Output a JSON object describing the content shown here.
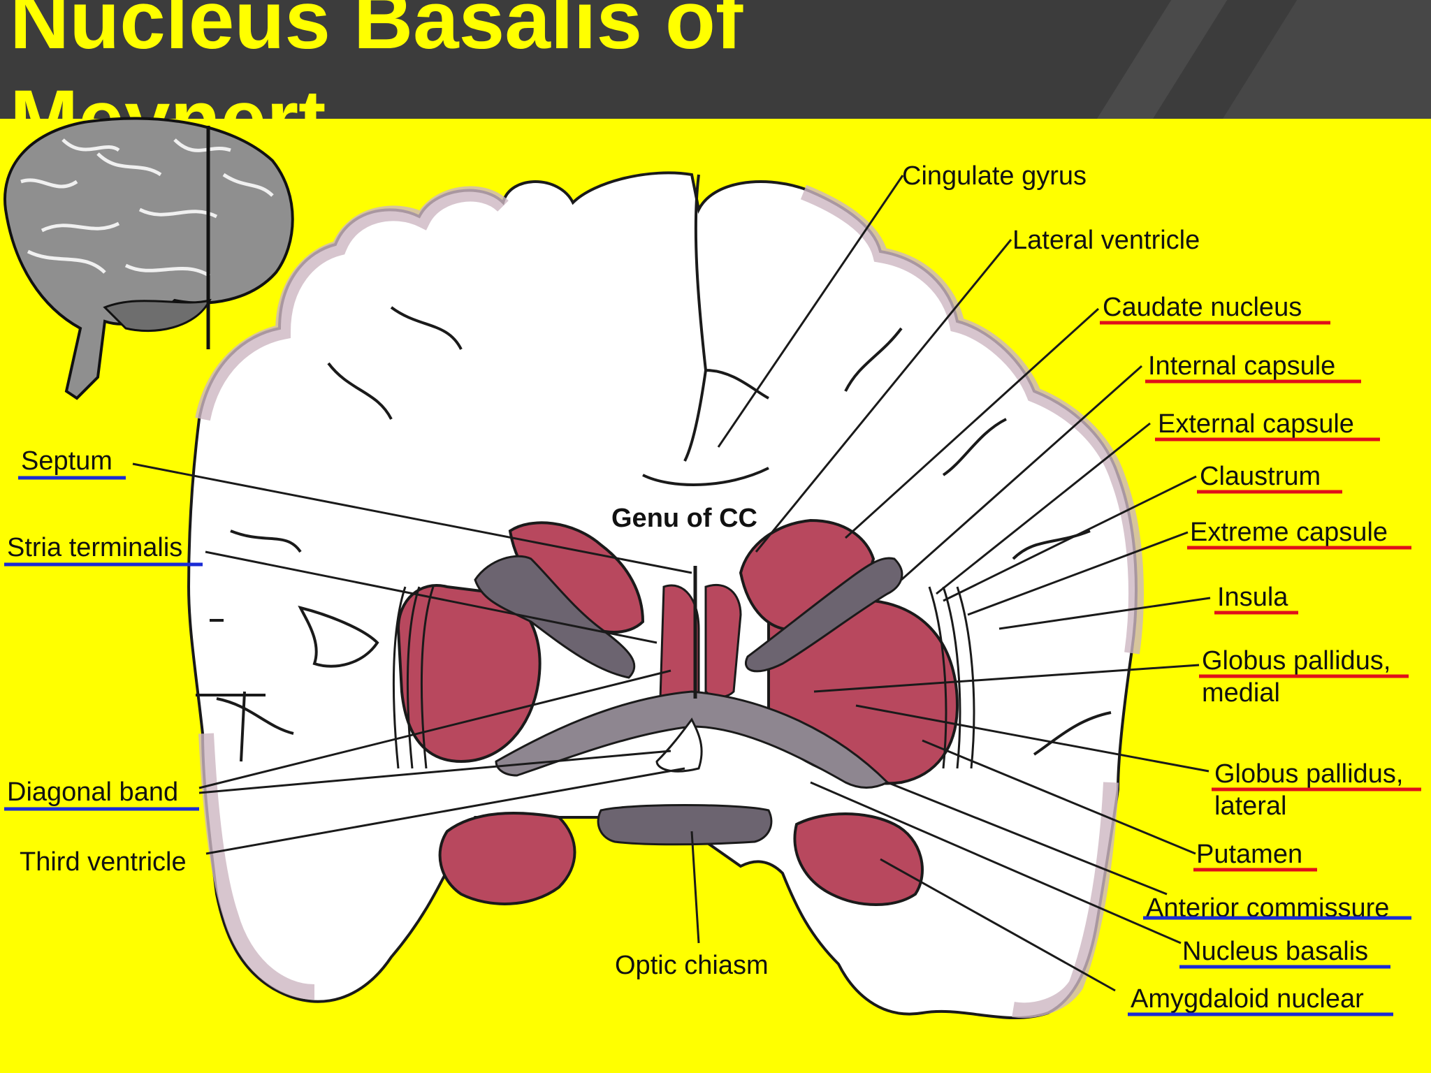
{
  "slide": {
    "title": "Nucleus Basalis of Meynert",
    "background_color": "#ffff00",
    "header_color": "#3c3c3c",
    "title_color": "#ffff00"
  },
  "diagram": {
    "center_label": "Genu of CC",
    "labels": [
      {
        "id": "cingulate-gyrus",
        "text": "Cingulate gyrus",
        "underline": "none"
      },
      {
        "id": "lateral-ventricle",
        "text": "Lateral ventricle",
        "underline": "none"
      },
      {
        "id": "caudate-nucleus",
        "text": "Caudate nucleus",
        "underline": "red"
      },
      {
        "id": "internal-capsule",
        "text": "Internal capsule",
        "underline": "red"
      },
      {
        "id": "external-capsule",
        "text": "External capsule",
        "underline": "red"
      },
      {
        "id": "claustrum",
        "text": "Claustrum",
        "underline": "red"
      },
      {
        "id": "extreme-capsule",
        "text": "Extreme capsule",
        "underline": "red"
      },
      {
        "id": "insula",
        "text": "Insula",
        "underline": "red"
      },
      {
        "id": "globus-pallidus-medial-1",
        "text": "Globus pallidus,",
        "underline": "red"
      },
      {
        "id": "globus-pallidus-medial-2",
        "text": "medial",
        "underline": "none"
      },
      {
        "id": "globus-pallidus-lateral-1",
        "text": "Globus pallidus,",
        "underline": "red"
      },
      {
        "id": "globus-pallidus-lateral-2",
        "text": "lateral",
        "underline": "none"
      },
      {
        "id": "putamen",
        "text": "Putamen",
        "underline": "red"
      },
      {
        "id": "anterior-commissure",
        "text": "Anterior commissure",
        "underline": "blue"
      },
      {
        "id": "nucleus-basalis",
        "text": "Nucleus basalis",
        "underline": "blue"
      },
      {
        "id": "amygdaloid-nuclear",
        "text": "Amygdaloid nuclear",
        "underline": "blue"
      },
      {
        "id": "septum",
        "text": "Septum",
        "underline": "blue"
      },
      {
        "id": "stria-terminalis",
        "text": "Stria terminalis",
        "underline": "blue"
      },
      {
        "id": "diagonal-band",
        "text": "Diagonal band",
        "underline": "blue"
      },
      {
        "id": "third-ventricle",
        "text": "Third ventricle",
        "underline": "none"
      },
      {
        "id": "optic-chiasm",
        "text": "Optic chiasm",
        "underline": "none"
      }
    ],
    "colors": {
      "red_underline": "#e0101a",
      "blue_underline": "#1a2bd6",
      "nucleus_fill": "#b8485e",
      "white_matter": "#ffffff",
      "grey_matter": "#d9c6cf",
      "dark_tract": "#6c6470"
    }
  }
}
